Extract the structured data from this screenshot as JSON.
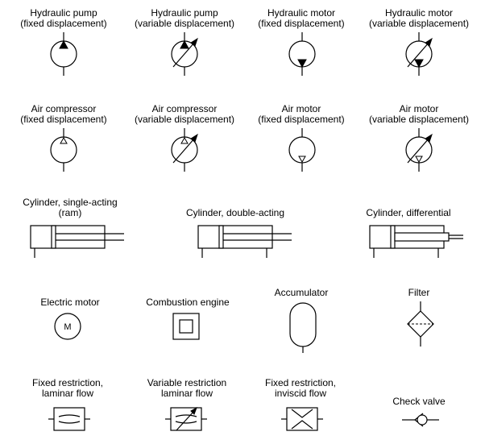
{
  "symbols": {
    "hydraulic_pump_fixed": {
      "line1": "Hydraulic pump",
      "line2": "(fixed displacement)"
    },
    "hydraulic_pump_variable": {
      "line1": "Hydraulic pump",
      "line2": "(variable displacement)"
    },
    "hydraulic_motor_fixed": {
      "line1": "Hydraulic motor",
      "line2": "(fixed displacement)"
    },
    "hydraulic_motor_variable": {
      "line1": "Hydraulic motor",
      "line2": "(variable displacement)"
    },
    "air_compressor_fixed": {
      "line1": "Air compressor",
      "line2": "(fixed displacement)"
    },
    "air_compressor_variable": {
      "line1": "Air compressor",
      "line2": "(variable displacement)"
    },
    "air_motor_fixed": {
      "line1": "Air motor",
      "line2": "(fixed displacement)"
    },
    "air_motor_variable": {
      "line1": "Air motor",
      "line2": "(variable displacement)"
    },
    "cylinder_single": {
      "line1": "Cylinder, single-acting",
      "line2": "(ram)"
    },
    "cylinder_double": {
      "line1": "Cylinder, double-acting"
    },
    "cylinder_differential": {
      "line1": "Cylinder, differential"
    },
    "electric_motor": {
      "line1": "Electric motor",
      "mark": "M"
    },
    "combustion_engine": {
      "line1": "Combustion engine"
    },
    "accumulator": {
      "line1": "Accumulator"
    },
    "filter": {
      "line1": "Filter"
    },
    "fixed_restriction_laminar": {
      "line1": "Fixed restriction,",
      "line2": "laminar flow"
    },
    "variable_restriction_laminar": {
      "line1": "Variable restriction",
      "line2": "laminar flow"
    },
    "fixed_restriction_inviscid": {
      "line1": "Fixed restriction,",
      "line2": "inviscid flow"
    },
    "check_valve": {
      "line1": "Check valve"
    }
  }
}
